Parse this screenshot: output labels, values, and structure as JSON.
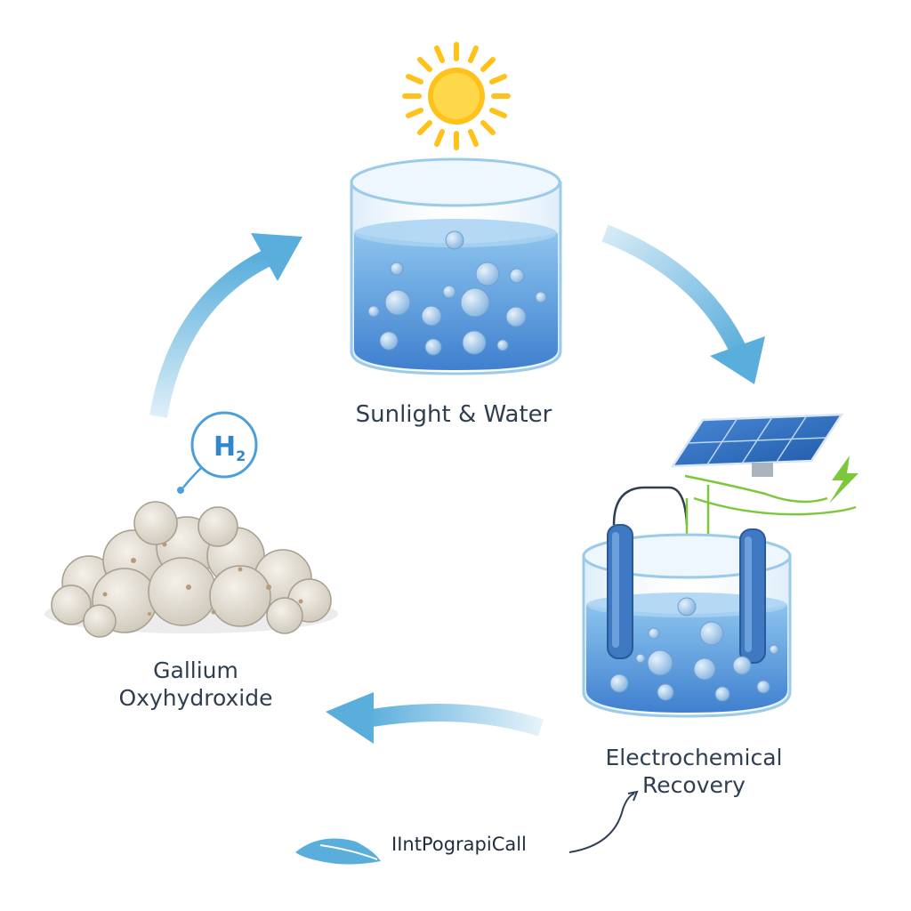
{
  "nodes": {
    "sunlight_water": {
      "label": "Sunlight & Water"
    },
    "gallium": {
      "label_line1": "Gallium",
      "label_line2": "Oxyhydroxide"
    },
    "electrochemical": {
      "label_line1": "Electrochemical",
      "label_line2": "Recovery"
    }
  },
  "hydrogen_bubble": {
    "symbol": "H",
    "subscript": "2"
  },
  "footer": {
    "text": "IIntPograpiCall"
  },
  "colors": {
    "arrow": "#5aaedc",
    "water": "#4a8fd4",
    "sun": "#ffc21a",
    "solar_panel": "#2f6fb8",
    "lightning": "#7cc83a"
  },
  "icons": [
    "sun-icon",
    "water-beaker-icon",
    "solar-panel-icon",
    "lightning-icon",
    "hydrogen-bubble-icon",
    "gallium-pile-icon",
    "electrolysis-tank-icon"
  ]
}
